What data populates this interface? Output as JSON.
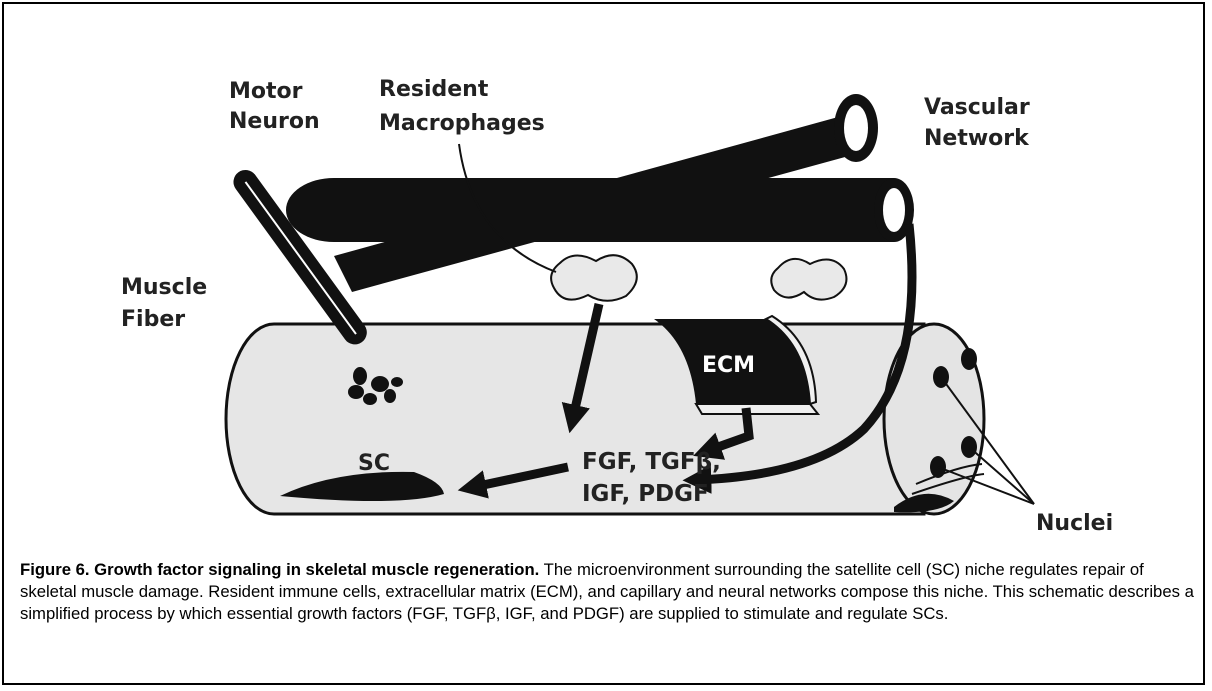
{
  "diagram": {
    "labels": {
      "motor_neuron": [
        "Motor",
        "Neuron"
      ],
      "resident_macrophages": [
        "Resident",
        "Macrophages"
      ],
      "vascular_network": [
        "Vascular",
        "Network"
      ],
      "muscle_fiber": [
        "Muscle",
        "Fiber"
      ],
      "ecm": "ECM",
      "growth_factors": [
        "FGF, TGFβ,",
        "IGF, PDGF"
      ],
      "sc": "SC",
      "nuclei": "Nuclei"
    },
    "colors": {
      "ink": "#111111",
      "fiber_fill": "#e6e6e6",
      "macrophage_fill": "#e9e9e9"
    }
  },
  "caption": {
    "title": "Figure 6. Growth factor signaling in skeletal muscle regeneration.",
    "body": " The microenvironment surrounding the satellite cell (SC) niche regulates repair of skeletal muscle damage. Resident immune cells, extracellular matrix (ECM), and capillary and neural networks compose this niche. This schematic describes a simplified process by which essential growth factors (FGF, TGFβ, IGF, and PDGF) are supplied to stimulate and regulate SCs."
  }
}
